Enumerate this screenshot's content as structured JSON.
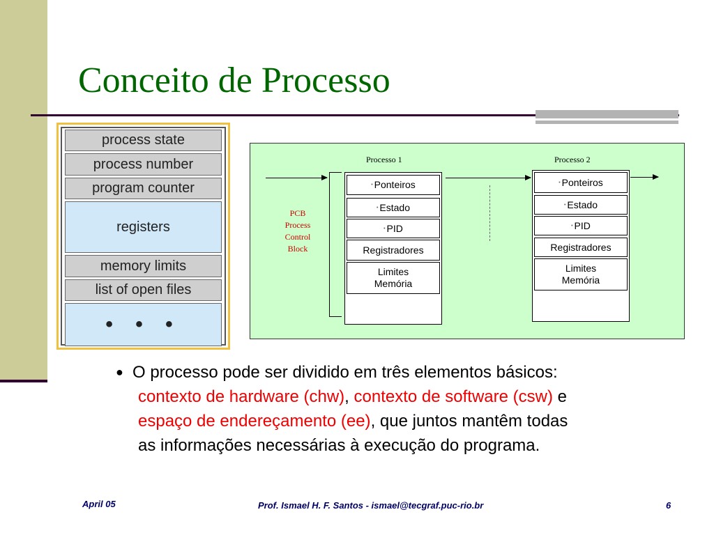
{
  "slide": {
    "title": "Conceito de Processo"
  },
  "pcb_stack": {
    "rows": [
      "process state",
      "process number",
      "program counter",
      "registers",
      "memory limits",
      "list of open files",
      "• • •"
    ]
  },
  "diagram": {
    "process1_title": "Processo 1",
    "process2_title": "Processo 2",
    "pcb_label_lines": [
      "PCB",
      "Process",
      "Control",
      "Block"
    ],
    "process1_cells": [
      "Ponteiros",
      "Estado",
      "PID",
      "Registradores",
      "Limites Memória"
    ],
    "process2_cells": [
      "Ponteiros",
      "Estado",
      "PID",
      "Registradores",
      "Limites Memória"
    ]
  },
  "body": {
    "line1": "O processo pode ser dividido em três elementos básicos:",
    "hw": "contexto de hardware (chw)",
    "comma1": ", ",
    "sw": "contexto de software (csw)",
    "and": " e",
    "ee": "espaço de endereçamento (ee)",
    "rest1": ", que juntos mantêm todas",
    "line4": "as informações necessárias à execução do programa."
  },
  "footer": {
    "date": "April 05",
    "author": "Prof. Ismael H. F. Santos -  ismael@tecgraf.puc-rio.br",
    "page": "6"
  },
  "colors": {
    "title": "#006600",
    "left_bar": "#cccc99",
    "accent_red": "#ee0000",
    "panel_bg": "#ccffcc"
  }
}
